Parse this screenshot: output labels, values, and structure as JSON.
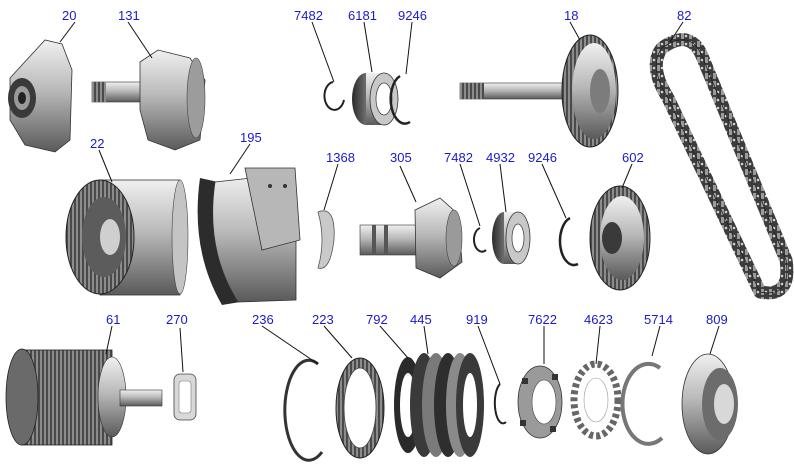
{
  "colors": {
    "label": "#1a1acc",
    "leader": "#111111",
    "metal_dark": "#3a3a3a",
    "metal_mid": "#8a8a8a",
    "metal_light": "#d6d6d6"
  },
  "parts": [
    {
      "id": "p20",
      "number": "20",
      "icon": "pump-housing-icon"
    },
    {
      "id": "p131",
      "number": "131",
      "icon": "stator-shaft-icon"
    },
    {
      "id": "p7482a",
      "number": "7482",
      "icon": "snap-ring-icon"
    },
    {
      "id": "p6181",
      "number": "6181",
      "icon": "ball-bearing-icon"
    },
    {
      "id": "p9246a",
      "number": "9246",
      "icon": "snap-ring-icon"
    },
    {
      "id": "p18",
      "number": "18",
      "icon": "output-shaft-sprocket-icon"
    },
    {
      "id": "p82",
      "number": "82",
      "icon": "drive-chain-icon"
    },
    {
      "id": "p22",
      "number": "22",
      "icon": "clutch-drum-icon"
    },
    {
      "id": "p195",
      "number": "195",
      "icon": "brake-band-icon"
    },
    {
      "id": "p1368",
      "number": "1368",
      "icon": "thrust-washer-icon"
    },
    {
      "id": "p305",
      "number": "305",
      "icon": "support-shaft-icon"
    },
    {
      "id": "p7482b",
      "number": "7482",
      "icon": "snap-ring-icon"
    },
    {
      "id": "p4932",
      "number": "4932",
      "icon": "ball-bearing-icon"
    },
    {
      "id": "p9246b",
      "number": "9246",
      "icon": "snap-ring-icon"
    },
    {
      "id": "p602",
      "number": "602",
      "icon": "drive-sprocket-icon"
    },
    {
      "id": "p61",
      "number": "61",
      "icon": "clutch-hub-icon"
    },
    {
      "id": "p270",
      "number": "270",
      "icon": "thrust-washer-icon"
    },
    {
      "id": "p236",
      "number": "236",
      "icon": "snap-ring-icon"
    },
    {
      "id": "p223",
      "number": "223",
      "icon": "pressure-plate-icon"
    },
    {
      "id": "p792",
      "number": "792",
      "icon": "friction-plate-icon"
    },
    {
      "id": "p445",
      "number": "445",
      "icon": "clutch-pack-icon"
    },
    {
      "id": "p919",
      "number": "919",
      "icon": "snap-ring-icon"
    },
    {
      "id": "p7622",
      "number": "7622",
      "icon": "spring-retainer-icon"
    },
    {
      "id": "p4623",
      "number": "4623",
      "icon": "return-spring-icon"
    },
    {
      "id": "p5714",
      "number": "5714",
      "icon": "snap-ring-icon"
    },
    {
      "id": "p809",
      "number": "809",
      "icon": "piston-icon"
    }
  ]
}
